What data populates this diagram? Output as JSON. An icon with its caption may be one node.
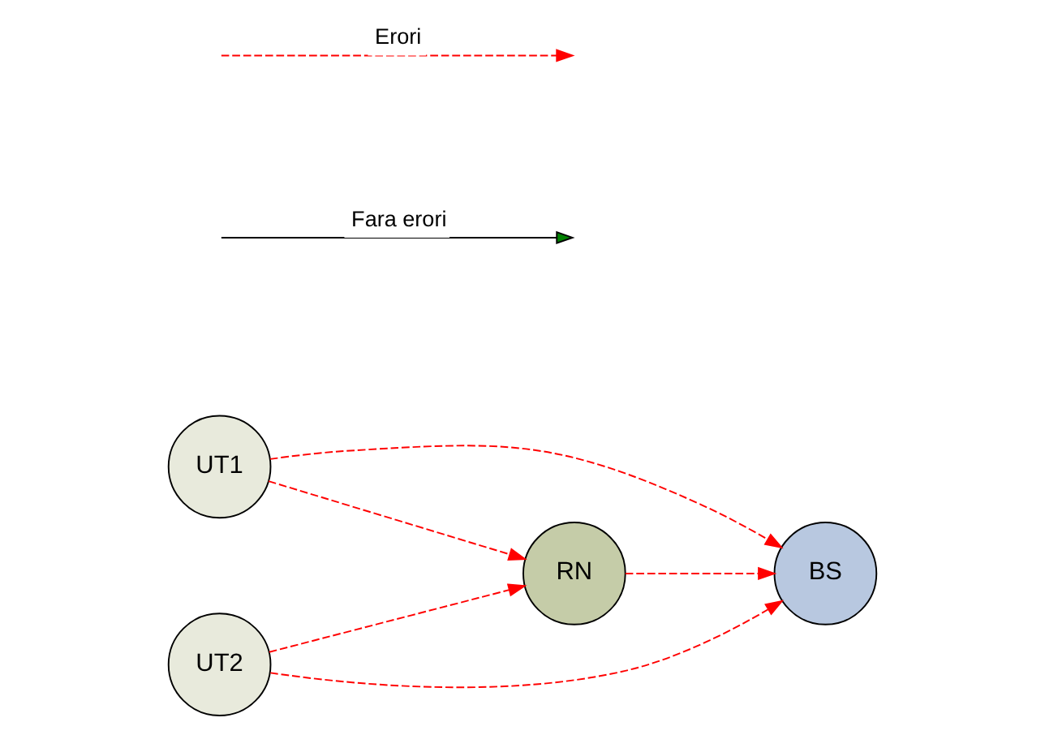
{
  "diagram": {
    "nodes": [
      {
        "text": [
          "UT1"
        ]
      },
      {
        "text": [
          "RN"
        ]
      },
      {
        "text": [
          "BS"
        ]
      },
      {
        "text": [
          "UT2"
        ]
      }
    ],
    "edges": [
      {
        "from": 0,
        "to": 2,
        "arrow": "to",
        "style": "dashed",
        "color": "#ff0000"
      },
      {
        "from": 0,
        "to": 1,
        "arrow": "to",
        "style": "dashed",
        "color": "#ff0000"
      },
      {
        "from": 1,
        "to": 2,
        "arrow": "to",
        "style": "dashed",
        "color": "#ff0000"
      },
      {
        "from": 3,
        "to": 1,
        "arrow": "to",
        "style": "dashed",
        "color": "#ff0000"
      },
      {
        "from": 3,
        "to": 2,
        "arrow": "to",
        "style": "dashed",
        "color": "#ff0000"
      }
    ],
    "legend": [
      {
        "text": "Erori"
      },
      {
        "text": "Fara erori"
      }
    ]
  }
}
